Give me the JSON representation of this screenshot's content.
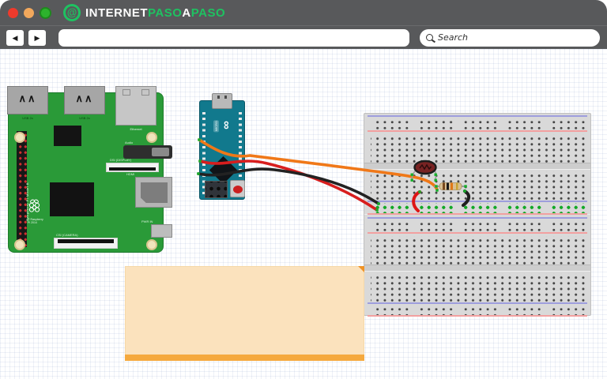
{
  "window": {
    "traffic_lights": [
      {
        "name": "close",
        "color": "#ee3a2c"
      },
      {
        "name": "minimize",
        "color": "#f2a85c"
      },
      {
        "name": "zoom",
        "color": "#2db32d"
      }
    ],
    "brand": {
      "icon": "at-symbol",
      "icon_glyph": "@",
      "accent_green": "#1ec261",
      "parts": [
        {
          "text": "INTERNET",
          "color": "#ffffff"
        },
        {
          "text": "PASO",
          "color": "#1ec261"
        },
        {
          "text": "A",
          "color": "#ffffff"
        },
        {
          "text": "PASO",
          "color": "#1ec261"
        }
      ]
    },
    "nav": {
      "back": "◀",
      "forward": "▶",
      "address": "",
      "search_placeholder": "Search"
    }
  },
  "circuit": {
    "raspberry_pi": {
      "board_color": "#2a9a38",
      "labels": {
        "usb": "USB 2x",
        "ethernet": "Ethernet",
        "audio": "Audio",
        "dsi": "DSI (DISPLAY)",
        "hdmi": "HDMI",
        "power": "PWR IN",
        "camera": "CSI (CAMERA)",
        "name": "Raspberry Pi Model B",
        "copyright": "© Raspberry Pi 2014"
      }
    },
    "arduino": {
      "board_color": "#11798d",
      "label": "MICRO",
      "logo_glyph": "∞"
    },
    "breadboard": {
      "positive_rail_color": "#f2a0a0",
      "negative_rail_color": "#9e9edd",
      "connected_hole_color": "#15b02a"
    },
    "components": [
      {
        "name": "photoresistor",
        "color": "#782323"
      },
      {
        "name": "resistor",
        "color": "#d9bf92"
      },
      {
        "name": "red-jumper",
        "color": "#dd1515"
      },
      {
        "name": "black-jumper",
        "color": "#1f1f1f"
      }
    ],
    "wires": [
      {
        "name": "orange-wire",
        "color": "#f07818"
      },
      {
        "name": "red-wire",
        "color": "#d81e1e"
      },
      {
        "name": "black-wire",
        "color": "#222222"
      }
    ]
  }
}
